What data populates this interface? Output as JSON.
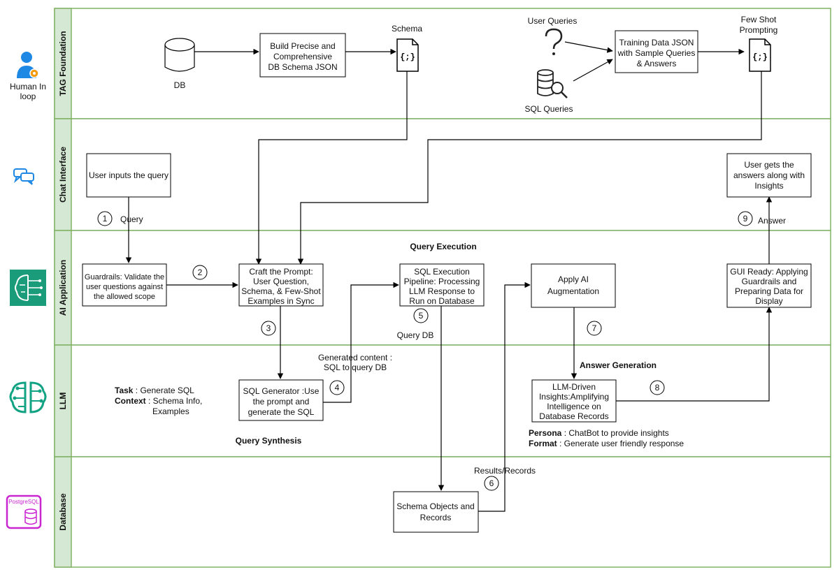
{
  "lanes": [
    {
      "title": "TAG Foundation",
      "icon": "human-in-loop-icon",
      "icon_label": [
        "Human In",
        "loop"
      ]
    },
    {
      "title": "Chat Interface",
      "icon": "chat-bubbles-icon"
    },
    {
      "title": "AI Application",
      "icon": "ai-brain-circuit-icon"
    },
    {
      "title": "LLM",
      "icon": "llm-brain-icon"
    },
    {
      "title": "Database",
      "icon": "postgresql-icon",
      "icon_text": "PostgreSQL"
    }
  ],
  "nodes": {
    "db": "DB",
    "build_schema": [
      "Build Precise and",
      "Comprehensive",
      "DB Schema JSON"
    ],
    "schema_label": "Schema",
    "user_queries": "User Queries",
    "sql_queries": "SQL Queries",
    "training_data": [
      "Training Data JSON",
      "with Sample Queries",
      "& Answers"
    ],
    "few_shot_label": [
      "Few Shot",
      "Prompting"
    ],
    "json_glyph": "{;}",
    "user_inputs": "User inputs the query",
    "user_gets": [
      "User gets the",
      "answers along with",
      "Insights"
    ],
    "guardrails": [
      "Guardrails: Validate the",
      "user questions against",
      "the allowed scope"
    ],
    "craft_prompt": [
      "Craft the Prompt:",
      "User Question,",
      "Schema, & Few-Shot",
      "Examples in Sync"
    ],
    "sql_exec": [
      "SQL Execution",
      "Pipeline: Processing",
      "LLM Response to",
      "Run on Database"
    ],
    "apply_ai": [
      "Apply AI",
      "Augmentation"
    ],
    "gui_ready": [
      "GUI Ready: Applying",
      "Guardrails and",
      "Preparing Data for",
      "Display"
    ],
    "sql_generator": [
      "SQL Generator :Use",
      "the prompt and",
      "generate the SQL"
    ],
    "llm_insights": [
      "LLM-Driven",
      "Insights:Amplifying",
      "Intelligence on",
      "Database Records"
    ],
    "schema_objects": [
      "Schema Objects and",
      "Records"
    ]
  },
  "labels": {
    "query": "Query",
    "answer": "Answer",
    "query_execution": "Query Execution",
    "query_db": "Query DB",
    "generated_content": [
      "Generated content :",
      "SQL to query DB"
    ],
    "answer_generation": "Answer Generation",
    "query_synthesis": "Query Synthesis",
    "results_records": "Results/Records",
    "task_key": "Task",
    "task_val": " : Generate SQL",
    "context_key": "Context",
    "context_val": " : Schema Info,",
    "context_val2": "Examples",
    "persona_key": "Persona",
    "persona_val": " : ChatBot to provide insights",
    "format_key": "Format",
    "format_val": " : Generate user friendly response"
  },
  "steps": [
    "1",
    "2",
    "3",
    "4",
    "5",
    "6",
    "7",
    "8",
    "9"
  ],
  "colors": {
    "lane_header": "#d5e8d4",
    "lane_border": "#82b366",
    "person_icon": "#1e88e5",
    "ai_app_icon": "#1a9c7b",
    "llm_icon": "#11a383",
    "postgres_icon": "#c925d1",
    "chat_icon": "#1e88e5"
  }
}
